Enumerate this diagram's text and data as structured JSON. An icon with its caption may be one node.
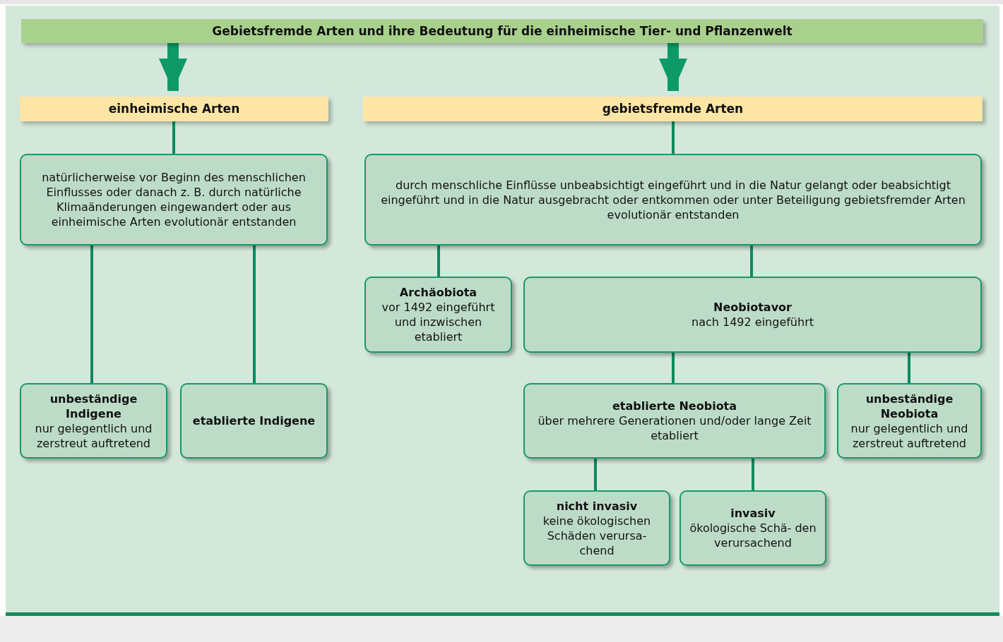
{
  "diagram": {
    "nodes": [
      {
        "text": [
          "Gebietsfremde Arten und ihre Bedeutung für die einheimische Tier- und Pflanzenwelt"
        ]
      },
      {
        "text": [
          "einheimische Arten"
        ]
      },
      {
        "text": [
          "gebietsfremde Arten"
        ]
      },
      {
        "text": [
          "natürlicherweise vor Beginn des menschlichen Einflusses oder danach z. B. durch natürliche Klimaänderungen eingewandert oder aus einheimische Arten evolutionär entstanden"
        ]
      },
      {
        "text": [
          "durch menschliche Einflüsse unbeabsichtigt eingeführt und in die Natur gelangt oder beabsichtigt eingeführt und in die Natur ausgebracht oder entkommen oder unter Beteiligung gebietsfremder Arten evolutionär entstanden"
        ]
      },
      {
        "text": [
          "Archäobiota",
          "vor 1492 eingeführt und inzwischen etabliert"
        ]
      },
      {
        "text": [
          "Neobiotavor",
          "nach 1492 eingeführt"
        ]
      },
      {
        "text": [
          "unbeständige Indigene",
          "nur gelegentlich und zerstreut auftretend"
        ]
      },
      {
        "text": [
          "etablierte Indigene"
        ]
      },
      {
        "text": [
          "etablierte Neobiota",
          "über mehrere Generationen und/oder lange Zeit etabliert"
        ]
      },
      {
        "text": [
          "unbeständige Neobiota",
          "nur gelegentlich und zerstreut auftretend"
        ]
      },
      {
        "text": [
          "nicht invasiv",
          "keine ökologischen Schäden verursa- chend"
        ]
      },
      {
        "text": [
          "invasiv",
          "ökologische Schä- den verursachend"
        ]
      }
    ],
    "edges": [
      {
        "from": 0,
        "to": 1,
        "arrow": "to",
        "style": "thick"
      },
      {
        "from": 0,
        "to": 2,
        "arrow": "to",
        "style": "thick"
      },
      {
        "from": 1,
        "to": 3,
        "arrow": "none"
      },
      {
        "from": 2,
        "to": 4,
        "arrow": "none"
      },
      {
        "from": 3,
        "to": 7,
        "arrow": "none"
      },
      {
        "from": 3,
        "to": 8,
        "arrow": "none"
      },
      {
        "from": 4,
        "to": 5,
        "arrow": "none"
      },
      {
        "from": 4,
        "to": 6,
        "arrow": "none"
      },
      {
        "from": 6,
        "to": 9,
        "arrow": "none"
      },
      {
        "from": 6,
        "to": 10,
        "arrow": "none"
      },
      {
        "from": 9,
        "to": 11,
        "arrow": "none"
      },
      {
        "from": 9,
        "to": 12,
        "arrow": "none"
      }
    ]
  }
}
